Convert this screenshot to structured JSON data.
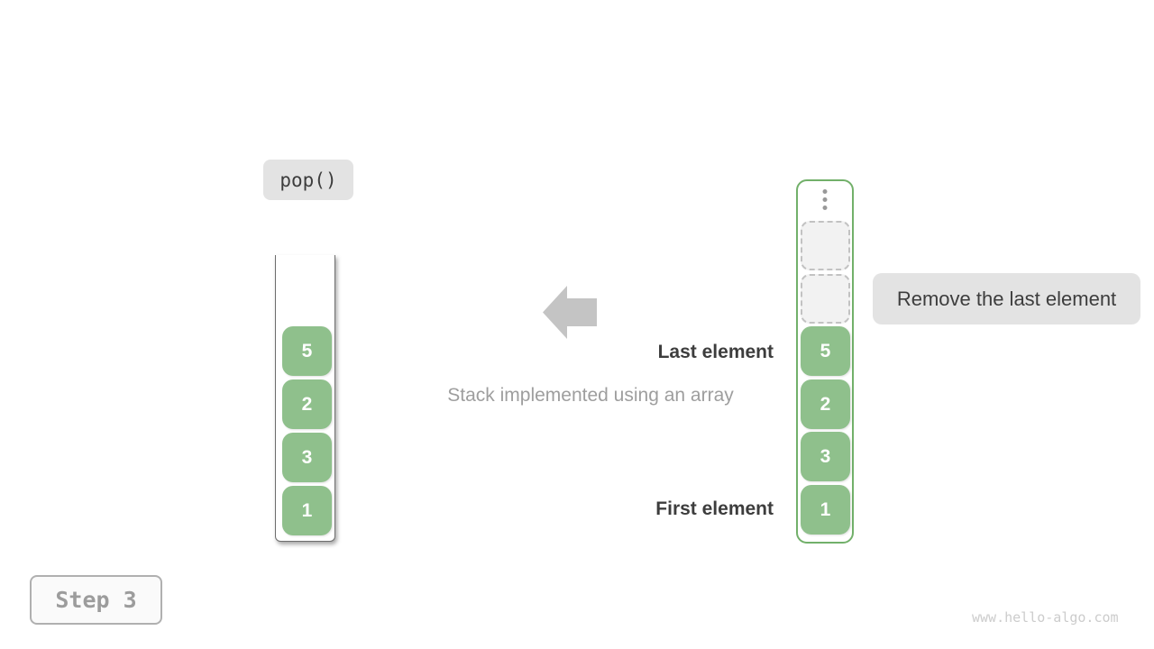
{
  "pop_label": "pop()",
  "remove_annotation": "Remove the last element",
  "caption": "Stack implemented using an array",
  "last_element_label": "Last element",
  "first_element_label": "First element",
  "step_button_label": "Step 3",
  "watermark": "www.hello-algo.com",
  "left_stack": {
    "values": [
      "5",
      "2",
      "3",
      "1"
    ]
  },
  "right_stack": {
    "values": [
      "5",
      "2",
      "3",
      "1"
    ],
    "empty_slot_count": 2
  },
  "colors": {
    "element_green": "#8fc08c",
    "array_border_green": "#72b06a",
    "label_background": "#e3e3e3",
    "dark_text": "#3d3d3d",
    "gray_text": "#9e9e9e",
    "arrow_gray": "#c4c4c4",
    "dashed_border": "#c2c2c2",
    "dashed_fill": "#f2f2f2"
  }
}
